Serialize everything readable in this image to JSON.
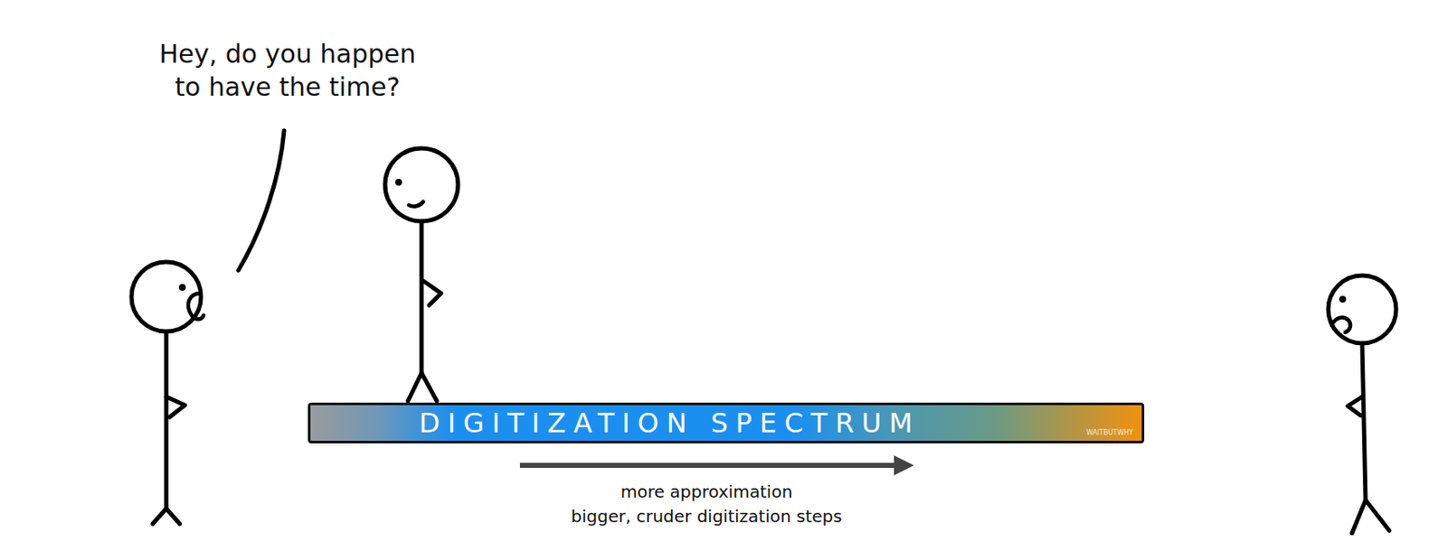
{
  "diagram": {
    "nodes": [
      {
        "text": [
          "DIGITIZATION SPECTRUM",
          "WAITBUTWHY"
        ]
      }
    ],
    "labels": [
      "Hey, do you happen to have the time?",
      "more approximation",
      "bigger, cruder digitization steps"
    ]
  }
}
